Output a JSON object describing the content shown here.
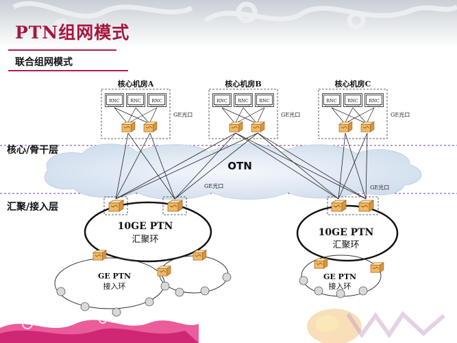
{
  "title": "PTN组网模式",
  "subtitle": "联合组网模式",
  "layers": {
    "core": "核心/骨干层",
    "access": "汇聚/接入层"
  },
  "otn_label": "OTN",
  "rooms": [
    {
      "label": "核心机房A",
      "rnc": [
        "RNC",
        "RNC",
        "RNC"
      ],
      "port_label": "GE光口"
    },
    {
      "label": "核心机房B",
      "rnc": [
        "RNC",
        "RNC",
        "RNC"
      ],
      "port_label": "GE光口"
    },
    {
      "label": "核心机房C",
      "rnc": [
        "RNC",
        "RNC",
        "RNC"
      ],
      "port_label": "GE光口"
    }
  ],
  "ge_port_labels": [
    "GE光口",
    "GE光口"
  ],
  "rings": {
    "agg_left": {
      "line1": "10GE PTN",
      "line2": "汇聚环"
    },
    "agg_right": {
      "line1": "10GE PTN",
      "line2": "汇聚环"
    },
    "acc_left": {
      "line1": "GE PTN",
      "line2": "接入环"
    },
    "acc_right": {
      "line1": "GE PTN",
      "line2": "接入环"
    }
  },
  "colors": {
    "title": "#a8153d",
    "accent_line": "#b31b44",
    "node_fill": "#f2c27a",
    "cloud": "#dfe8f3"
  }
}
